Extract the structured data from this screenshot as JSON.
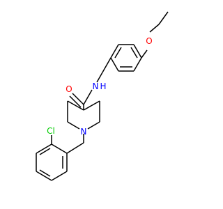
{
  "colors": {
    "bond": "#000000",
    "oxygen": "#ff0000",
    "nitrogen": "#0000ff",
    "chlorine": "#00cc00",
    "background": "#ffffff"
  },
  "atoms": {
    "ether_oxygen": "O",
    "carbonyl_oxygen": "O",
    "amide_nitrogen": "N",
    "amide_hydrogen": "H",
    "piperidine_nitrogen": "N",
    "chlorine": "Cl"
  }
}
